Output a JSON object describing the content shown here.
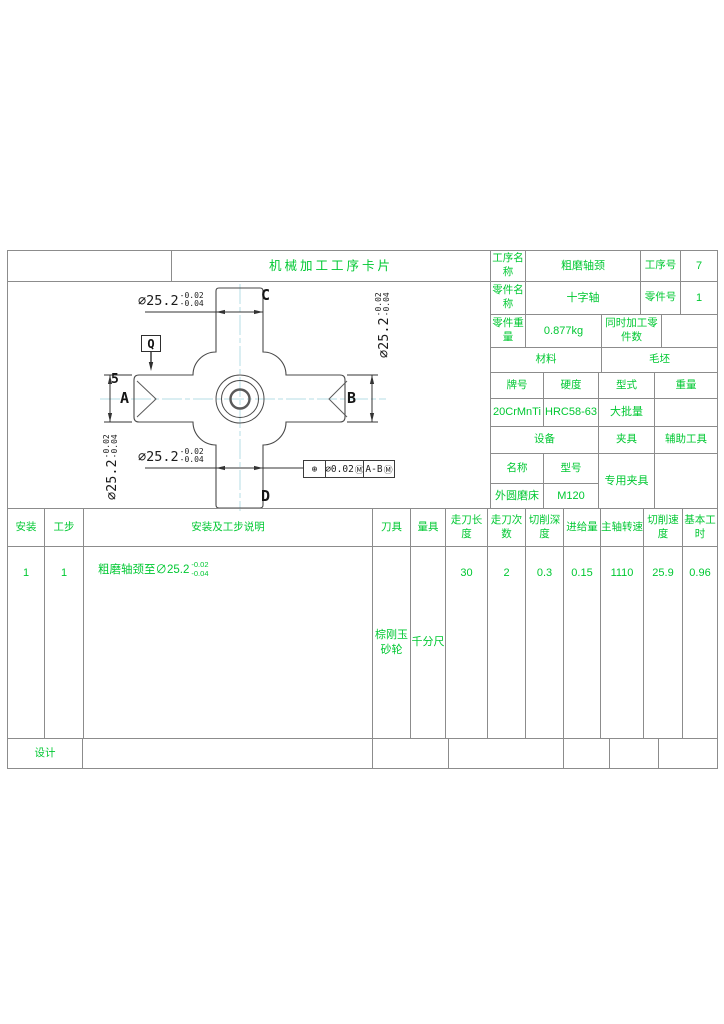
{
  "colors": {
    "text_green": "#00c832",
    "table_border": "#8c8c8c",
    "drawing_line": "#4a4a4a",
    "centerline_cyan": "#b4dce6",
    "dim_text": "#1c1c1c"
  },
  "header": {
    "title": "机械加工工序卡片"
  },
  "info": {
    "process_name_label": "工序名称",
    "process_name": "粗磨轴颈",
    "process_no_label": "工序号",
    "process_no": "7",
    "part_name_label": "零件名称",
    "part_name": "十字轴",
    "part_no_label": "零件号",
    "part_no": "1",
    "part_weight_label": "零件重量",
    "part_weight": "0.877kg",
    "simultaneous_label": "同时加工零件数",
    "simultaneous_value": "",
    "material_label": "材料",
    "blank_label": "毛坯",
    "grade_label": "牌号",
    "grade": "20CrMnTi",
    "hardness_label": "硬度",
    "hardness": "HRC58-63",
    "type_label": "型式",
    "type": "大批量",
    "weight_label": "重量",
    "weight_value": "",
    "equipment_label": "设备",
    "fixture_label": "夹具",
    "aux_tool_label": "辅助工具",
    "name_label": "名称",
    "model_label": "型号",
    "equipment_name": "外圆磨床",
    "equipment_model": "M120",
    "fixture_value": "专用夹具"
  },
  "drawing": {
    "dim": {
      "main": "∅25.2",
      "tol_up": "-0.02",
      "tol_low": "-0.04"
    },
    "labels": {
      "a": "A",
      "b": "B",
      "c": "C",
      "d": "D",
      "q": "Q",
      "chamfer": "5"
    },
    "fcf": {
      "symbol": "⊕",
      "tolerance": "∅0.02",
      "tol_modifier": "Ⓜ",
      "datum": "A-B",
      "datum_modifier": "Ⓜ"
    }
  },
  "process": {
    "headers": {
      "setup": "安装",
      "step": "工步",
      "description": "安装及工步说明",
      "tool": "刀具",
      "gauge": "量具",
      "stroke_length": "走刀长度",
      "passes": "走刀次数",
      "depth": "切削深度",
      "feed": "进给量",
      "spindle": "主轴转速",
      "speed": "切削速度",
      "time": "基本工时"
    },
    "row": {
      "setup": "1",
      "step": "1",
      "description": "粗磨轴颈至∅25.2",
      "desc_tol_up": "-0.02",
      "desc_tol_low": "-0.04",
      "tool": "棕刚玉砂轮",
      "gauge": "千分尺",
      "stroke_length": "30",
      "passes": "2",
      "depth": "0.3",
      "feed": "0.15",
      "spindle": "1110",
      "speed": "25.9",
      "time": "0.96"
    },
    "footer": {
      "design_label": "设计"
    }
  }
}
